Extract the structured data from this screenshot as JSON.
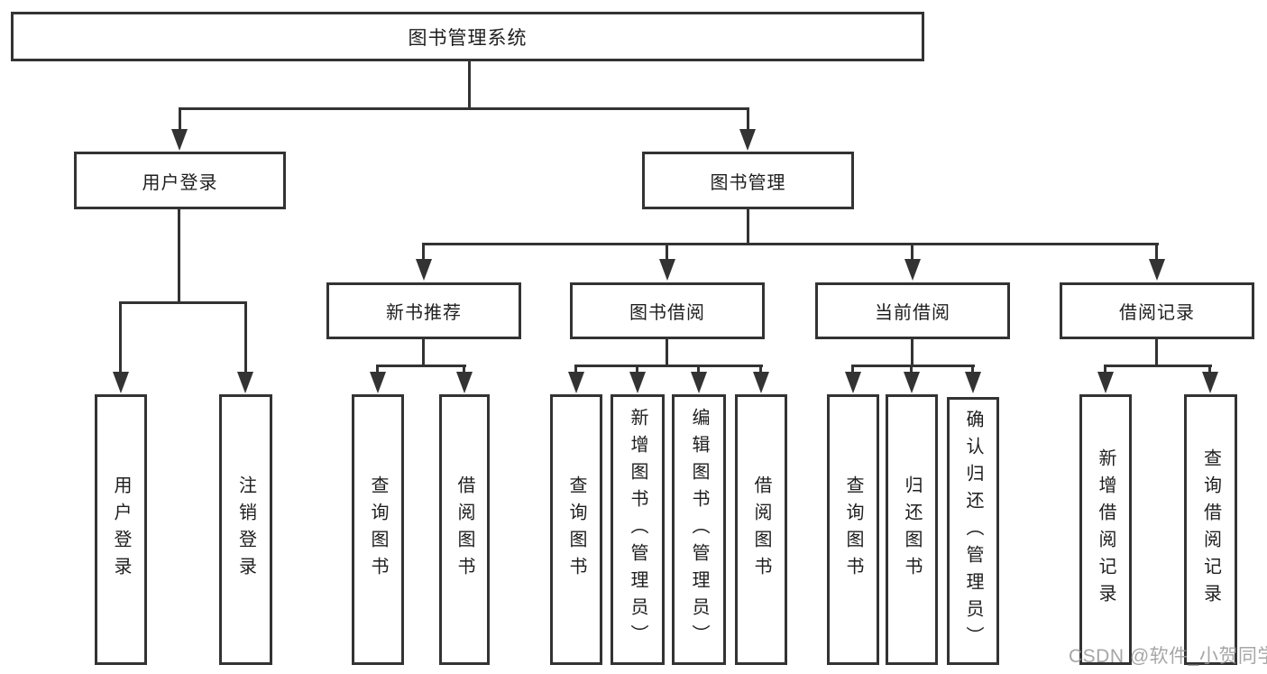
{
  "diagram": {
    "root": {
      "label": "图书管理系统"
    },
    "branches": [
      {
        "label": "用户登录",
        "children": [
          {
            "label": "用户登录"
          },
          {
            "label": "注销登录"
          }
        ]
      },
      {
        "label": "图书管理",
        "children": [
          {
            "label": "新书推荐",
            "children": [
              {
                "label": "查询图书"
              },
              {
                "label": "借阅图书"
              }
            ]
          },
          {
            "label": "图书借阅",
            "children": [
              {
                "label": "查询图书"
              },
              {
                "label": "新增图书（管理员）"
              },
              {
                "label": "编辑图书（管理员）"
              },
              {
                "label": "借阅图书"
              }
            ]
          },
          {
            "label": "当前借阅",
            "children": [
              {
                "label": "查询图书"
              },
              {
                "label": "归还图书"
              },
              {
                "label": "确认归还（管理员）"
              }
            ]
          },
          {
            "label": "借阅记录",
            "children": [
              {
                "label": "新增借阅记录"
              },
              {
                "label": "查询借阅记录"
              }
            ]
          }
        ]
      }
    ]
  },
  "watermark": {
    "text": "CSDN @软件_小贺同学"
  },
  "colors": {
    "line": "#333333",
    "text": "#1e1e1e",
    "background": "#ffffff",
    "watermark": "#969696"
  }
}
